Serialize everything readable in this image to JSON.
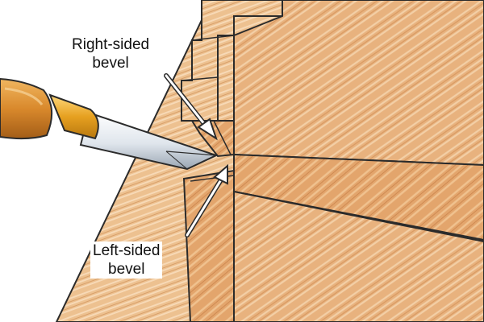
{
  "labels": {
    "right_sided_bevel": {
      "line1": "Right-sided",
      "line2": "bevel"
    },
    "left_sided_bevel": {
      "line1": "Left-sided",
      "line2": "bevel"
    }
  },
  "colors": {
    "background": "#ffffff",
    "wood_light": "#eab784",
    "wood_mid": "#e0a36c",
    "wood_dark": "#cf8a52",
    "outline": "#2b2b2b",
    "handle": "#d98c2e",
    "ferrule": "#e6a020",
    "blade": "#dde3ea"
  },
  "icons": {
    "tool": "bevel-edged-chisel-icon",
    "arrow": "pointer-arrow-icon"
  }
}
